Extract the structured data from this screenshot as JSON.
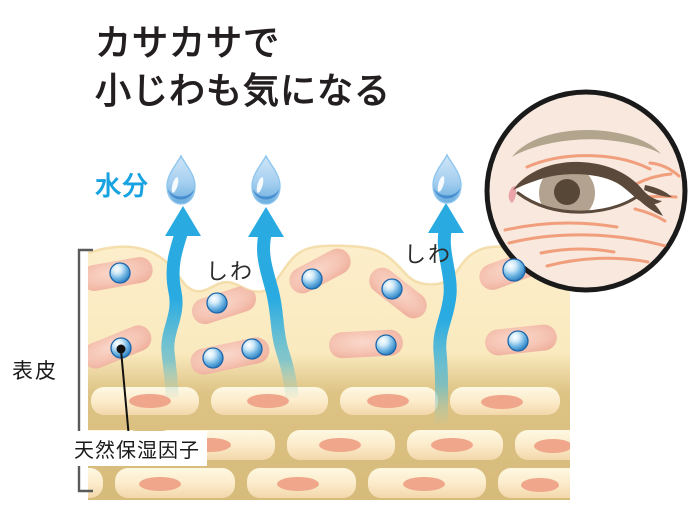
{
  "title": {
    "line1": "カサカサで",
    "line2": "小じわも気になる"
  },
  "labels": {
    "moisture": "水分",
    "wrinkle_1": "しわ",
    "wrinkle_2": "しわ",
    "epidermis": "表皮",
    "natural_moisturizing_factor": "天然保湿因子"
  },
  "icons": {
    "water_droplet": "water-droplet-icon",
    "up_arrow": "moisture-escape-arrow",
    "eye_closeup": "wrinkled-eye-magnifier"
  },
  "colors": {
    "title_text": "#231f20",
    "moisture_text": "#17a2e2",
    "arrow_blue": "#29abe2",
    "droplet_blue": "#6aaede",
    "skin_cream": "#fceecb",
    "skin_tan": "#d8bd7e",
    "cell_pink": "#f3bcab",
    "nucleus_orange": "#efa68a",
    "nmf_sphere_blue": "#2e7fc0",
    "eye_skin": "#f8e8de",
    "wrinkle_line_salmon": "#f09a76",
    "eyelid_brown": "#5b4a3b",
    "bracket_gray": "#595a5c"
  }
}
